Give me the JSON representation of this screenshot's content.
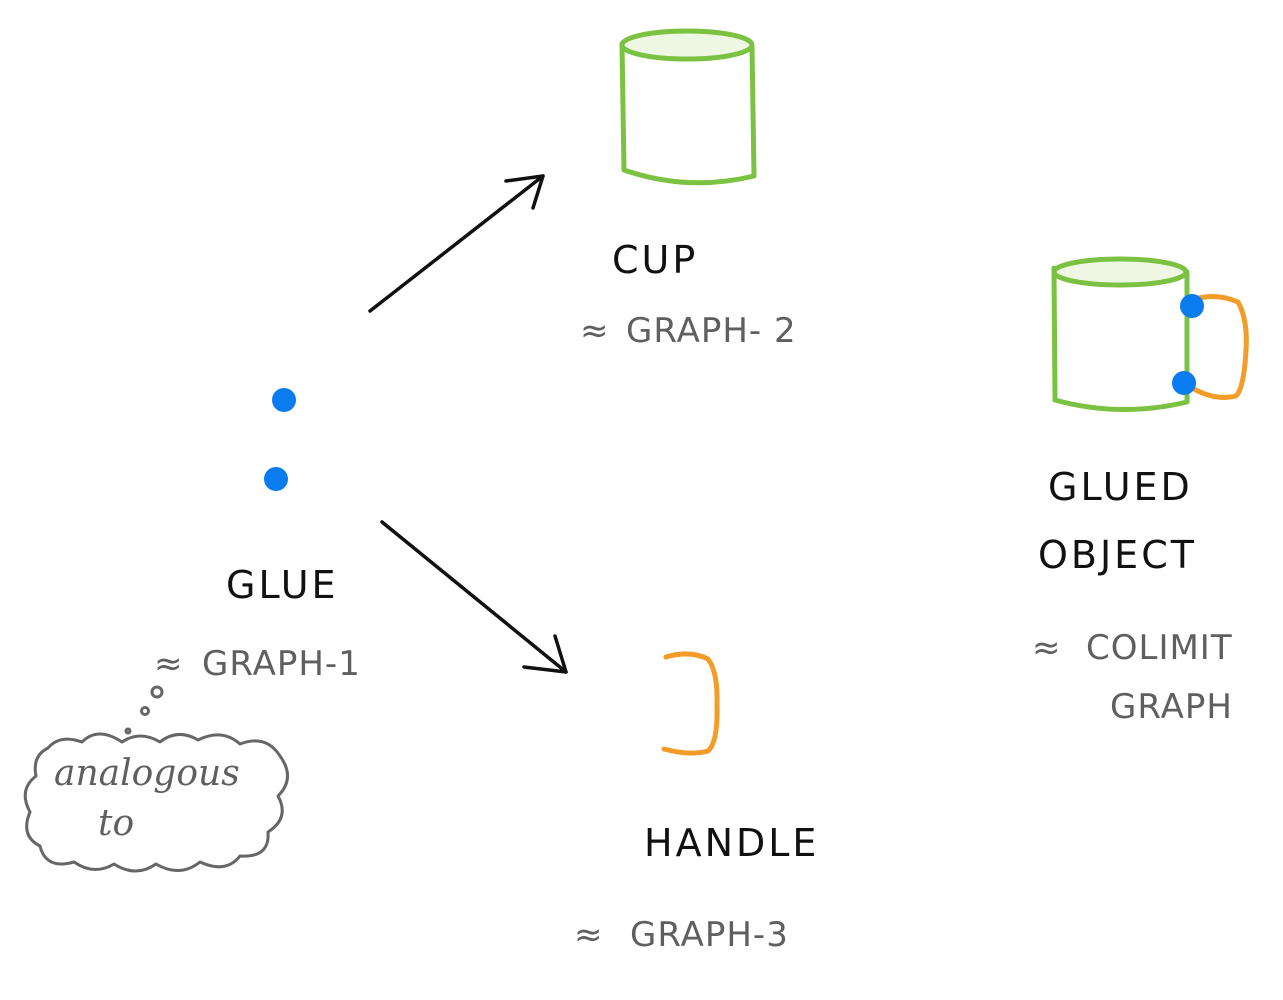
{
  "glue": {
    "title": "GLUE",
    "approx_symbol": "≈",
    "graph": "GRAPH-1"
  },
  "cup": {
    "title": "CUP",
    "approx_symbol": "≈",
    "graph": "GRAPH- 2"
  },
  "handle": {
    "title": "HANDLE",
    "approx_symbol": "≈",
    "graph": "GRAPH-3"
  },
  "glued_object": {
    "title_line1": "GLUED",
    "title_line2": "OBJECT",
    "approx_symbol": "≈",
    "graph_line1": "COLIMIT",
    "graph_line2": "GRAPH"
  },
  "thought_bubble": {
    "line1": "analogous",
    "line2": "to"
  },
  "colors": {
    "cup_outline": "#7cc242",
    "cup_fill": "#eef7e4",
    "handle": "#f39c2a",
    "glue_points": "#0b7bf0",
    "arrows": "#111111",
    "subtext": "#5f5f5f"
  }
}
